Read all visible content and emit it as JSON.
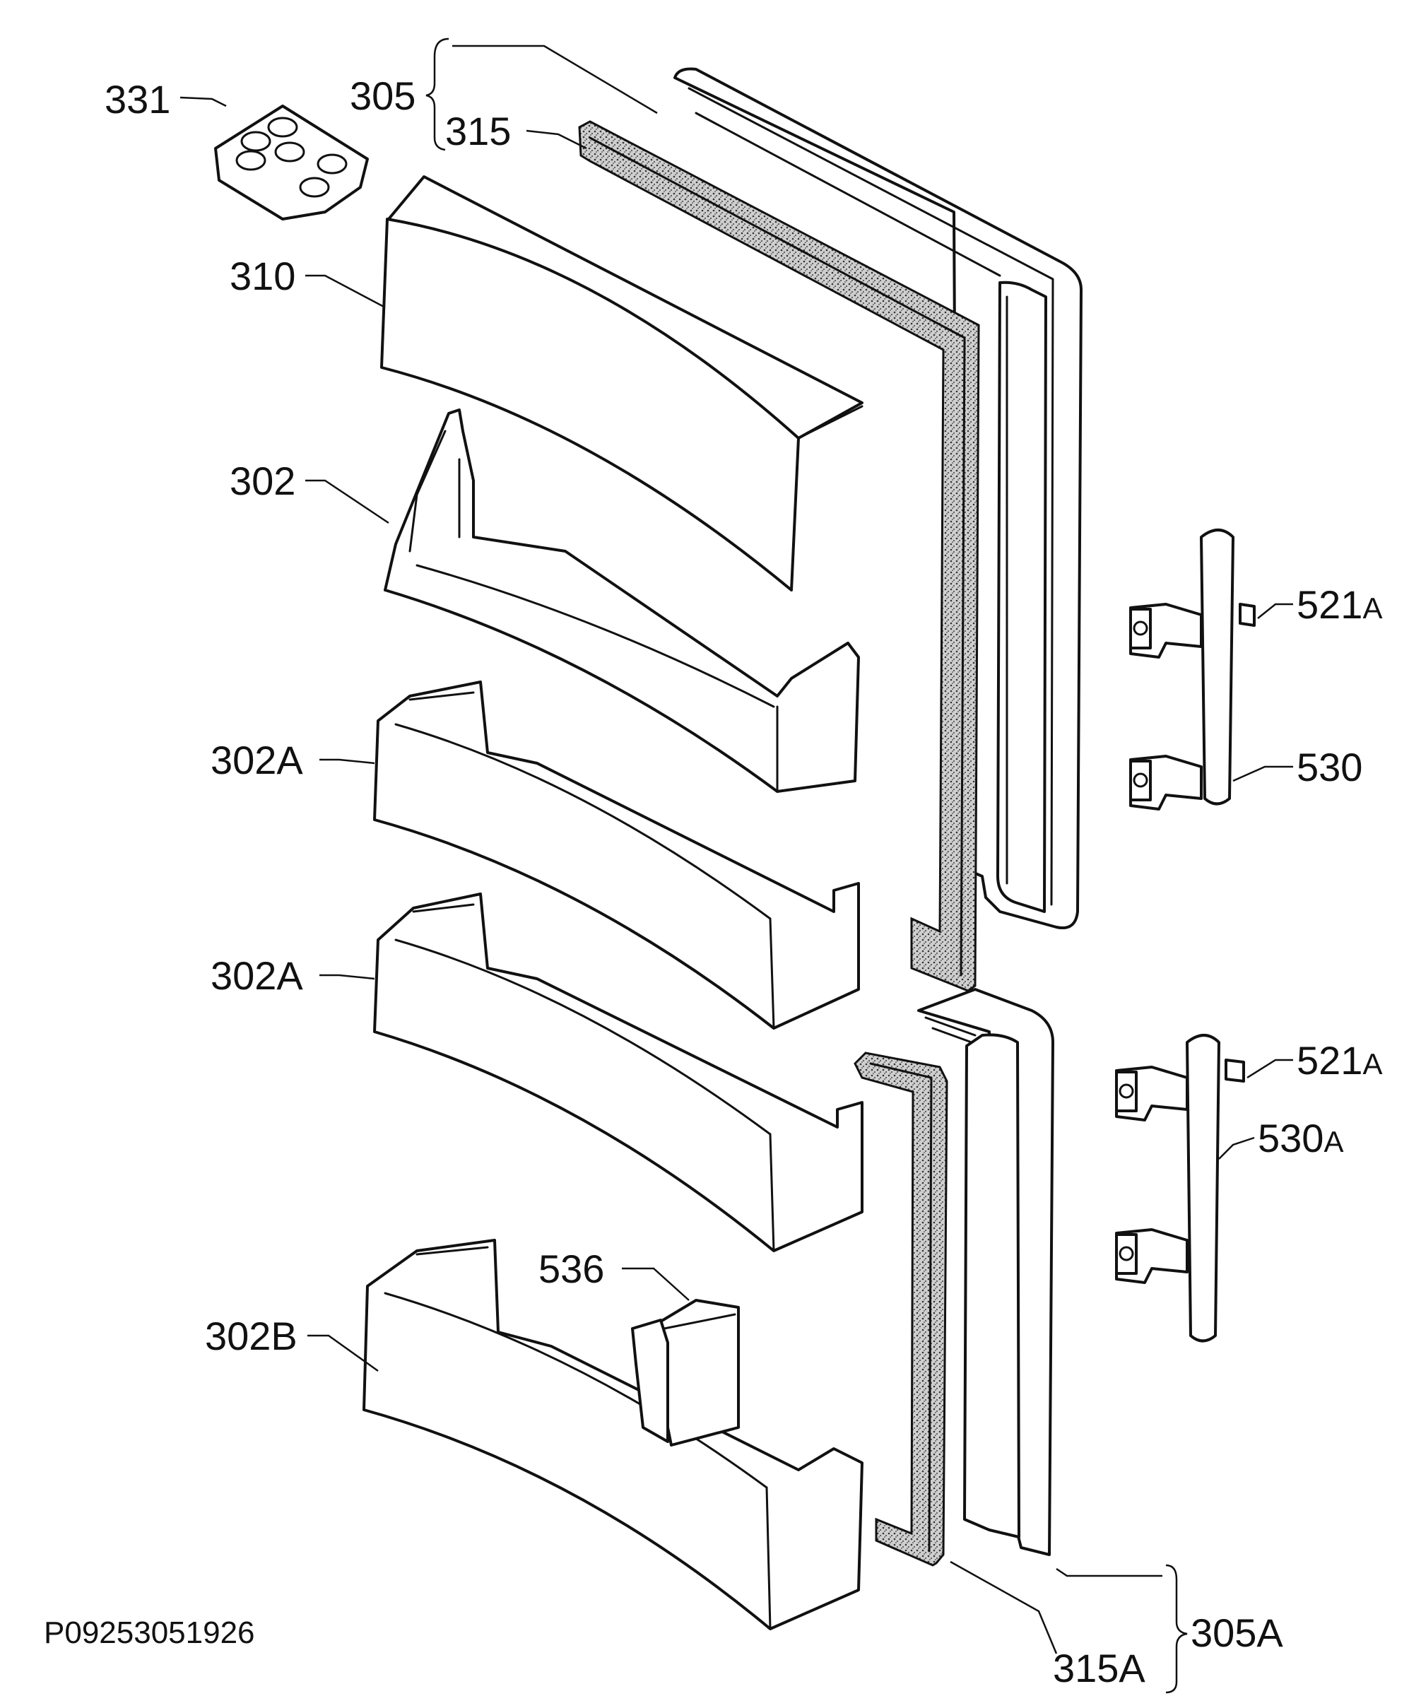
{
  "drawing_code": "P09253051926",
  "labels": {
    "l331": "331",
    "l305": "305",
    "l315": "315",
    "l310": "310",
    "l302": "302",
    "l302a_1": "302A",
    "l302a_2": "302A",
    "l302b": "302B",
    "l536": "536",
    "l521a_1": "521",
    "l521a_1_suffix": "A",
    "l530": "530",
    "l521a_2": "521",
    "l521a_2_suffix": "A",
    "l530a": "530",
    "l530a_suffix": "A",
    "l305a": "305A",
    "l315a": "315A"
  }
}
